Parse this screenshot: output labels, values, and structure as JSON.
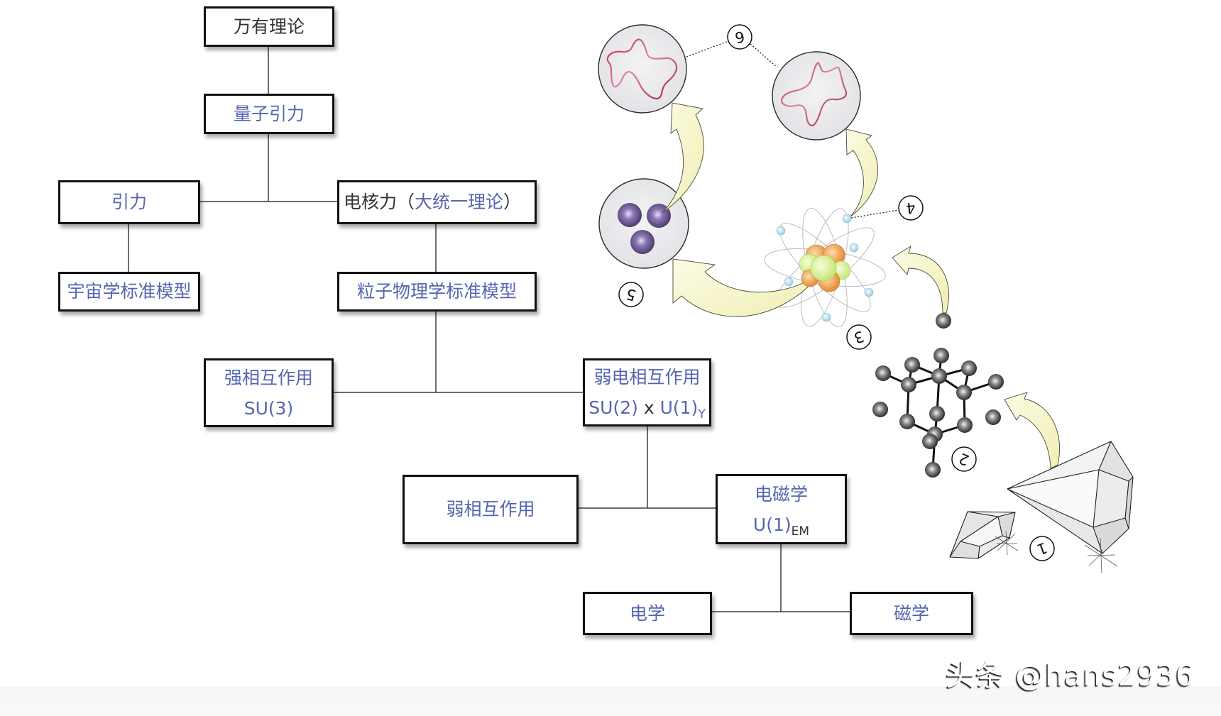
{
  "colors": {
    "accent_blue": "#5566b0",
    "text_dark": "#333333",
    "box_border": "#121212",
    "arrow_fill": "#f6f4c0"
  },
  "diagram": {
    "nodes": {
      "theory_of_everything": {
        "label": "万有理论"
      },
      "quantum_gravity": {
        "label": "量子引力"
      },
      "gravity": {
        "label": "引力"
      },
      "electronuclear": {
        "label": "电核力（",
        "note": "大统一理论",
        "close": "）"
      },
      "cosmology_standard_model": {
        "label": "宇宙学标准模型"
      },
      "particle_physics_standard_model": {
        "label": "粒子物理学标准模型"
      },
      "strong_interaction": {
        "label": "强相互作用",
        "group": "SU(3)"
      },
      "electroweak_interaction": {
        "label": "弱电相互作用",
        "group_a": "SU(2)",
        "operator": " x ",
        "group_b": "U(1)",
        "group_b_sub": "Y"
      },
      "weak_interaction": {
        "label": "弱相互作用"
      },
      "electromagnetism": {
        "label": "电磁学",
        "group": "U(1)",
        "group_sub": "EM"
      },
      "electricity": {
        "label": "电学"
      },
      "magnetism": {
        "label": "磁学"
      }
    },
    "edges": [
      [
        "theory_of_everything",
        "quantum_gravity"
      ],
      [
        "quantum_gravity",
        "gravity"
      ],
      [
        "quantum_gravity",
        "electronuclear"
      ],
      [
        "gravity",
        "cosmology_standard_model"
      ],
      [
        "electronuclear",
        "particle_physics_standard_model"
      ],
      [
        "particle_physics_standard_model",
        "strong_interaction"
      ],
      [
        "particle_physics_standard_model",
        "electroweak_interaction"
      ],
      [
        "electroweak_interaction",
        "weak_interaction"
      ],
      [
        "electroweak_interaction",
        "electromagnetism"
      ],
      [
        "electromagnetism",
        "electricity"
      ],
      [
        "electromagnetism",
        "magnetism"
      ]
    ]
  },
  "illustration": {
    "stages": [
      {
        "number": "1",
        "icon": "crystal-icon"
      },
      {
        "number": "2",
        "icon": "molecule-icon"
      },
      {
        "number": "3",
        "icon": "atom-icon"
      },
      {
        "number": "4",
        "icon": "electron-icon"
      },
      {
        "number": "5",
        "icon": "quark-triplet-icon"
      },
      {
        "number": "6",
        "icon": "string-loop-icon"
      }
    ]
  },
  "watermark": {
    "text": "头条 @hans2936"
  }
}
